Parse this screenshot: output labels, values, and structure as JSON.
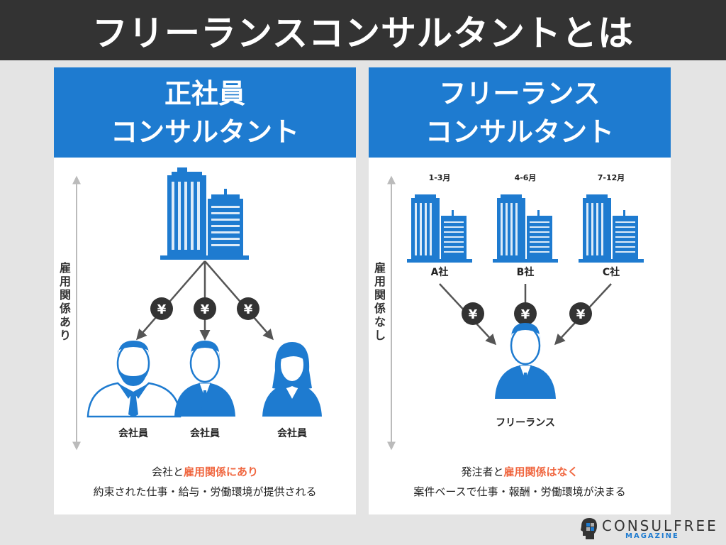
{
  "title": "フリーランスコンサルタントとは",
  "left": {
    "header_line1": "正社員",
    "header_line2": "コンサルタント",
    "vertical_label": "雇用関係あり",
    "yen": "¥",
    "people": [
      {
        "label": "会社員",
        "icon": "bearded-man-icon"
      },
      {
        "label": "会社員",
        "icon": "businessman-icon"
      },
      {
        "label": "会社員",
        "icon": "businesswoman-icon"
      }
    ],
    "caption_pre": "会社と",
    "caption_highlight": "雇用関係にあり",
    "caption_line2": "約束された仕事・給与・労働環境が提供される"
  },
  "right": {
    "header_line1": "フリーランス",
    "header_line2": "コンサルタント",
    "vertical_label": "雇用関係なし",
    "yen": "¥",
    "companies": [
      {
        "period": "1-3月",
        "name": "A社"
      },
      {
        "period": "4-6月",
        "name": "B社"
      },
      {
        "period": "7-12月",
        "name": "C社"
      }
    ],
    "freelancer_label": "フリーランス",
    "caption_pre": "発注者と",
    "caption_highlight": "雇用関係はなく",
    "caption_line2": "案件ベースで仕事・報酬・労働環境が決まる"
  },
  "logo": {
    "name": "CONSULFREE",
    "sub": "MAGAZINE"
  },
  "colors": {
    "blue": "#1e7bd0",
    "dark": "#333333",
    "highlight": "#f0663f",
    "background": "#e4e4e4"
  }
}
